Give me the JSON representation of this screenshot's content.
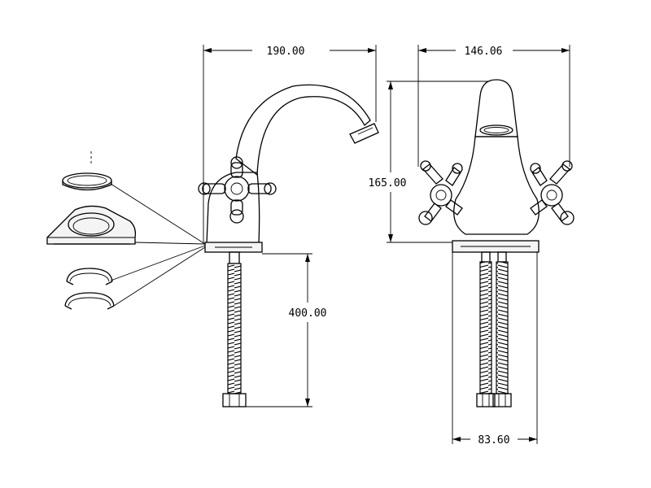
{
  "dimensions": {
    "width": "190.00",
    "depth": "146.06",
    "height": "165.00",
    "hose_length": "400.00",
    "hose_spacing": "83.60"
  }
}
